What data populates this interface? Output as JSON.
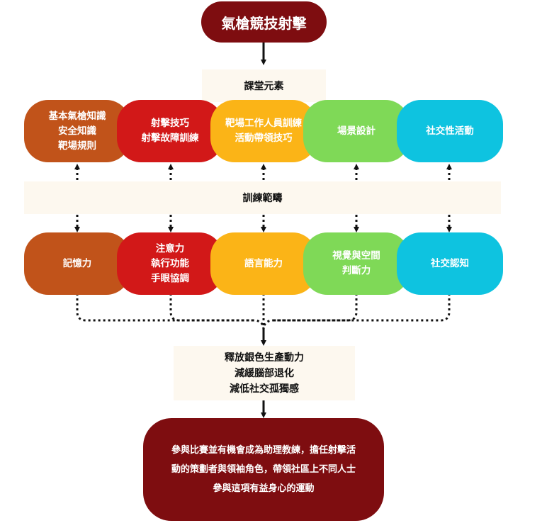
{
  "title": "氣槍競技射擊",
  "classroom": {
    "label": "課堂元素",
    "items": [
      {
        "lines": [
          "基本氣槍知識",
          "安全知識",
          "靶場規則"
        ],
        "color": "#c1531a"
      },
      {
        "lines": [
          "射擊技巧",
          "射擊故障訓練"
        ],
        "color": "#d21818"
      },
      {
        "lines": [
          "靶場工作人員訓練",
          "活動帶領技巧"
        ],
        "color": "#fbb417"
      },
      {
        "lines": [
          "場景設計"
        ],
        "color": "#7fd957"
      },
      {
        "lines": [
          "社交性活動"
        ],
        "color": "#0ec3e0"
      }
    ]
  },
  "training": {
    "label": "訓練範疇"
  },
  "abilities": {
    "items": [
      {
        "lines": [
          "記憶力"
        ],
        "color": "#c1531a"
      },
      {
        "lines": [
          "注意力",
          "執行功能",
          "手眼協調"
        ],
        "color": "#d21818"
      },
      {
        "lines": [
          "語言能力"
        ],
        "color": "#fbb417"
      },
      {
        "lines": [
          "視覺與空間",
          "判斷力"
        ],
        "color": "#7fd957"
      },
      {
        "lines": [
          "社交認知"
        ],
        "color": "#0ec3e0"
      }
    ]
  },
  "outcomes": {
    "lines": [
      "釋放銀色生產動力",
      "減緩腦部退化",
      "減低社交孤獨感"
    ]
  },
  "final": {
    "lines": [
      "參與比賽並有機會成為助理教練，擔任射擊活",
      "動的策劃者與領袖角色，帶領社區上不同人士",
      "參與這項有益身心的運動"
    ]
  },
  "colors": {
    "title_bg": "#7e0d10",
    "final_bg": "#7e0d10",
    "band_bg": "#fdf8ef"
  }
}
